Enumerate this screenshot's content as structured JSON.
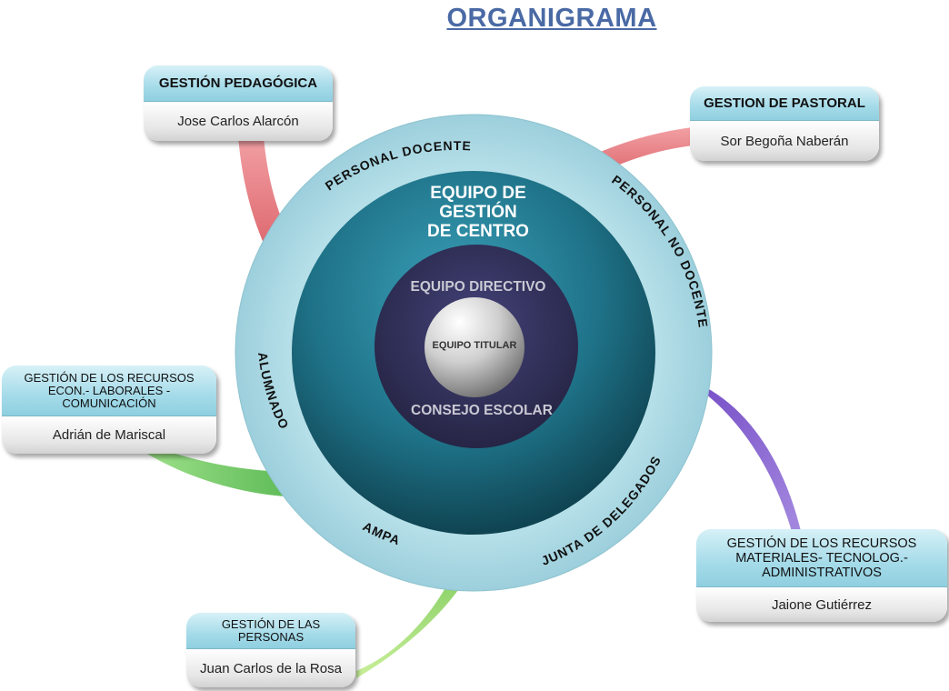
{
  "title": "ORGANIGRAMA",
  "center": {
    "outer_label": [
      "EQUIPO DE",
      "GESTIÓN",
      "DE CENTRO"
    ],
    "middle_top": "EQUIPO DIRECTIVO",
    "middle_bottom": "CONSEJO ESCOLAR",
    "core": "EQUIPO TITULAR"
  },
  "ring_labels": {
    "personal_docente": "PERSONAL DOCENTE",
    "personal_no_docente": "PERSONAL NO DOCENTE",
    "alumnado": "ALUMNADO",
    "ampa": "AMPA",
    "junta_delegados": "JUNTA DE DELEGADOS"
  },
  "cards": {
    "pedagogica": {
      "title": "GESTIÓN PEDAGÓGICA",
      "person": "Jose Carlos Alarcón"
    },
    "pastoral": {
      "title": "GESTION DE PASTORAL",
      "person": "Sor Begoña Naberán"
    },
    "economicos": {
      "title": "GESTIÓN DE LOS RECURSOS ECON.- LABORALES - COMUNICACIÓN",
      "person": "Adrián de Mariscal"
    },
    "materiales": {
      "title": "GESTIÓN DE LOS RECURSOS MATERIALES- TECNOLOG.- ADMINISTRATIVOS",
      "person": "Jaione Gutiérrez"
    },
    "personas": {
      "title": "GESTIÓN DE LAS PERSONAS",
      "person": "Juan Carlos de la Rosa"
    }
  },
  "colors": {
    "ring": "#a8d9e4",
    "sphere": "#1d6f84",
    "inner": "#302f58",
    "ribbon_red": "#e36f75",
    "ribbon_purple": "#8457cf",
    "ribbon_green": "#6dc35c",
    "title": "#4a6aa5"
  }
}
